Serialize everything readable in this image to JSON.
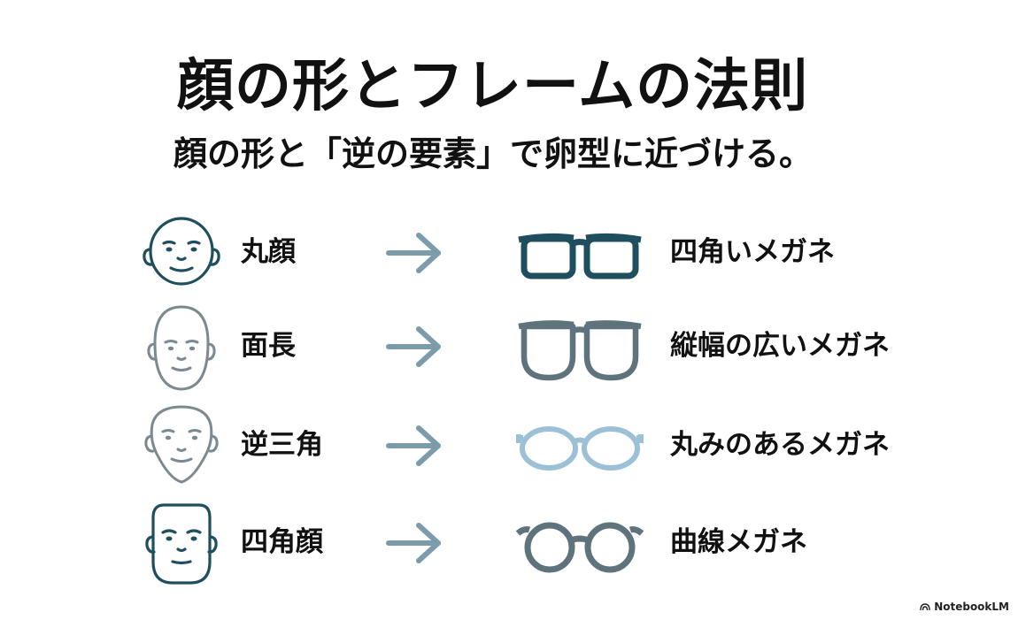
{
  "header": {
    "title": "顔の形とフレームの法則",
    "subtitle": "顔の形と「逆の要素」で卵型に近づける。"
  },
  "colors": {
    "dark_teal": "#1f4f5f",
    "gray": "#7a8a90",
    "slate": "#5f737c",
    "light_blue": "#9cc0d6",
    "arrow": "#7d9cab"
  },
  "rows": [
    {
      "face_shape": "丸顔",
      "face_icon": "round-face-icon",
      "glasses": "四角いメガネ",
      "glasses_icon": "square-glasses-icon"
    },
    {
      "face_shape": "面長",
      "face_icon": "long-face-icon",
      "glasses": "縦幅の広いメガネ",
      "glasses_icon": "tall-glasses-icon"
    },
    {
      "face_shape": "逆三角",
      "face_icon": "inverted-triangle-face-icon",
      "glasses": "丸みのあるメガネ",
      "glasses_icon": "rounded-glasses-icon"
    },
    {
      "face_shape": "四角顔",
      "face_icon": "square-face-icon",
      "glasses": "曲線メガネ",
      "glasses_icon": "curved-glasses-icon"
    }
  ],
  "footer": {
    "brand": "NotebookLM"
  }
}
